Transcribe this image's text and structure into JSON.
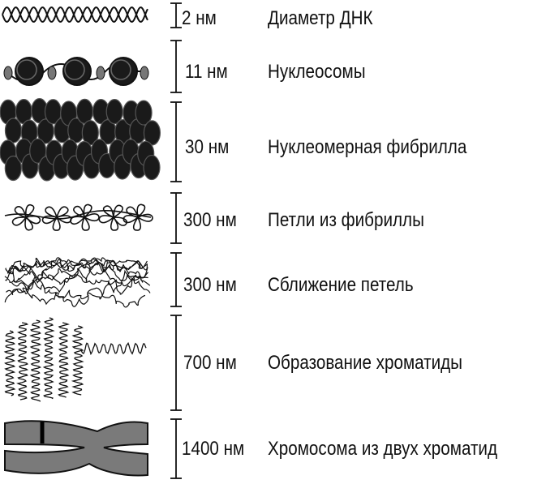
{
  "levels": [
    {
      "size": "2 нм",
      "name": "Диаметр ДНК"
    },
    {
      "size": "11 нм",
      "name": "Нуклеосомы"
    },
    {
      "size": "30 нм",
      "name": "Нуклеомерная фибрилла"
    },
    {
      "size": "300 нм",
      "name": "Петли из фибриллы"
    },
    {
      "size": "300 нм",
      "name": "Сближение петель"
    },
    {
      "size": "700 нм",
      "name": "Образование хроматиды"
    },
    {
      "size": "1400 нм",
      "name": "Хромосома из двух хроматид"
    }
  ],
  "colors": {
    "ink": "#111111",
    "chromatid": "#7a7a7a",
    "bead": "#1a1a1a",
    "linker": "#777777"
  }
}
